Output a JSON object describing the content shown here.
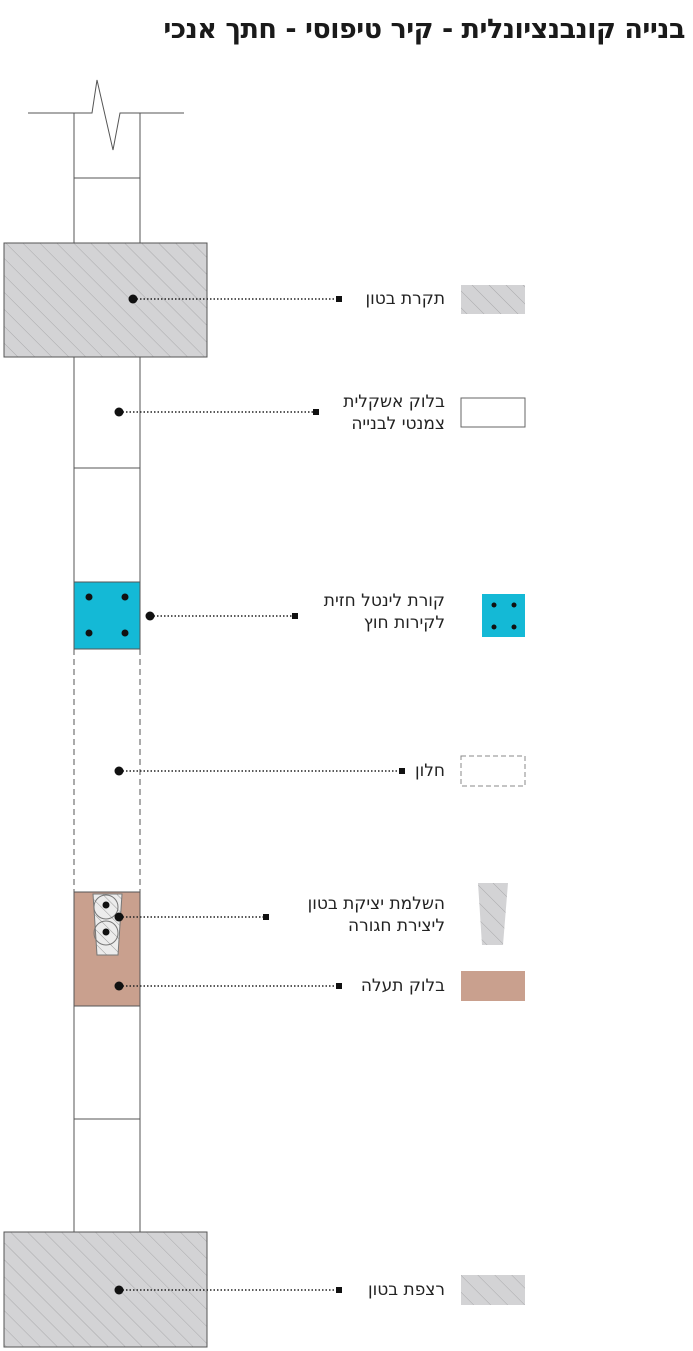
{
  "title": "בנייה קונבנציונלית - קיר טיפוסי - חתך אנכי",
  "legend": [
    {
      "id": "concrete-ceiling",
      "lines": [
        "תקרת בטון"
      ]
    },
    {
      "id": "ashkelit-block",
      "lines": [
        "בלוק אשקלית",
        "צמנטי לבנייה"
      ]
    },
    {
      "id": "lintel-beam",
      "lines": [
        "קורת לינטל חזית",
        "לקירות חוץ"
      ]
    },
    {
      "id": "window",
      "lines": [
        "חלון"
      ]
    },
    {
      "id": "concrete-pour",
      "lines": [
        "השלמת יציקת בטון",
        "ליצירת חגורה"
      ]
    },
    {
      "id": "channel-block",
      "lines": [
        "בלוק תעלה"
      ]
    },
    {
      "id": "concrete-floor",
      "lines": [
        "רצפת בטון"
      ]
    }
  ],
  "colors": {
    "lintel": "#14b9d6",
    "channel": "#c9a08e",
    "concrete": "#d3d3d5",
    "hatch": "#a9a9ab",
    "line": "#555555"
  }
}
